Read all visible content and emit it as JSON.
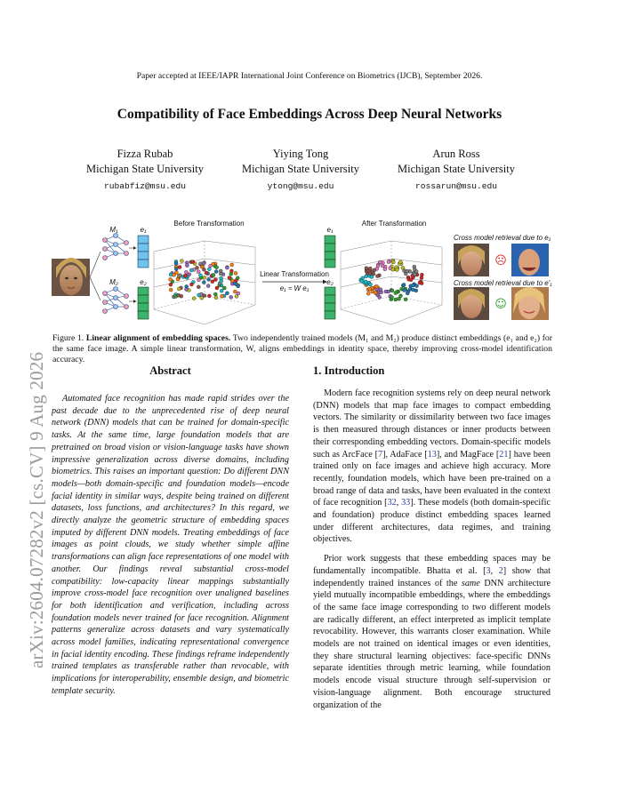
{
  "header": {
    "venue": "Paper accepted at IEEE/IAPR International Joint Conference on Biometrics (IJCB), September 2026.",
    "arxiv_stamp": "arXiv:2604.07282v2  [cs.CV]  9 Aug 2026"
  },
  "paper": {
    "title": "Compatibility of Face Embeddings Across Deep Neural Networks",
    "authors": [
      {
        "name": "Fizza Rubab",
        "affiliation": "Michigan State University",
        "email": "rubabfiz@msu.edu"
      },
      {
        "name": "Yiying Tong",
        "affiliation": "Michigan State University",
        "email": "ytong@msu.edu"
      },
      {
        "name": "Arun Ross",
        "affiliation": "Michigan State University",
        "email": "rossarun@msu.edu"
      }
    ]
  },
  "figure": {
    "before_label": "Before Transformation",
    "after_label": "After Transformation",
    "m1": "M₁",
    "m2": "M₂",
    "e1": "e₁",
    "e2": "e₂",
    "transform_label": "Linear Transformation",
    "transform_eq": "e₁ ≈ W e₁",
    "retrieval_top": "Cross model retrieval due to e₁",
    "retrieval_bottom": "Cross model retrieval due to e′₁",
    "colors": {
      "e1_bar": "#6cc4ef",
      "e2_bar": "#3bb36a",
      "wrong": "#d62728",
      "right": "#2ca02c"
    }
  },
  "caption": {
    "label": "Figure 1.",
    "bold": "Linear alignment of embedding spaces.",
    "text": "Two independently trained models (M₁ and M₂) produce distinct embeddings (e₁ and e₂) for the same face image. A simple linear transformation, W, aligns embeddings in identity space, thereby improving cross-model identification accuracy."
  },
  "abstract": {
    "heading": "Abstract",
    "text": "Automated face recognition has made rapid strides over the past decade due to the unprecedented rise of deep neural network (DNN) models that can be trained for domain-specific tasks. At the same time, large foundation models that are pretrained on broad vision or vision-language tasks have shown impressive generalization across diverse domains, including biometrics. This raises an important question: Do different DNN models—both domain-specific and foundation models—encode facial identity in similar ways, despite being trained on different datasets, loss functions, and architectures? In this regard, we directly analyze the geometric structure of embedding spaces imputed by different DNN models. Treating embeddings of face images as point clouds, we study whether simple affine transformations can align face representations of one model with another. Our findings reveal substantial cross-model compatibility: low-capacity linear mappings substantially improve cross-model face recognition over unaligned baselines for both identification and verification, including across foundation models never trained for face recognition. Alignment patterns generalize across datasets and vary systematically across model families, indicating representational convergence in facial identity encoding. These findings reframe independently trained templates as transferable rather than revocable, with implications for interoperability, ensemble design, and biometric template security."
  },
  "intro": {
    "heading": "1. Introduction",
    "p1_a": "Modern face recognition systems rely on deep neural network (DNN) models that map face images to compact embedding vectors.  The similarity or dissimilarity between two face images is then measured through distances or inner products between their corresponding embedding vectors.  Domain-specific models such as ArcFace [",
    "p1_c1": "7",
    "p1_b": "], AdaFace [",
    "p1_c2": "13",
    "p1_c": "], and MagFace [",
    "p1_c3": "21",
    "p1_d": "] have been trained only on face images and achieve high accuracy. More recently, foundation models, which have been pre-trained on a broad range of data and tasks, have been evaluated in the context of face recognition [",
    "p1_c4": "32",
    "p1_c5": "33",
    "p1_e": "]. These models (both domain-specific and foundation) produce distinct embedding spaces learned under different architectures, data regimes, and training objectives.",
    "p2_a": "Prior work suggests that these embedding spaces may be fundamentally incompatible.  Bhatta et al. [",
    "p2_c1": "3",
    "p2_c2": "2",
    "p2_b": "] show that independently trained instances of the ",
    "p2_em": "same",
    "p2_c": " DNN architecture yield mutually incompatible embeddings, where the embeddings of the same face image corresponding to two different models are radically different, an effect interpreted as implicit template revocability.  However, this warrants closer examination. While models are not trained on identical images or even identities, they share structural learning objectives: face-specific DNNs separate identities through metric learning, while foundation models encode visual structure through self-supervision or vision-language alignment.  Both encourage structured organization of the"
  }
}
